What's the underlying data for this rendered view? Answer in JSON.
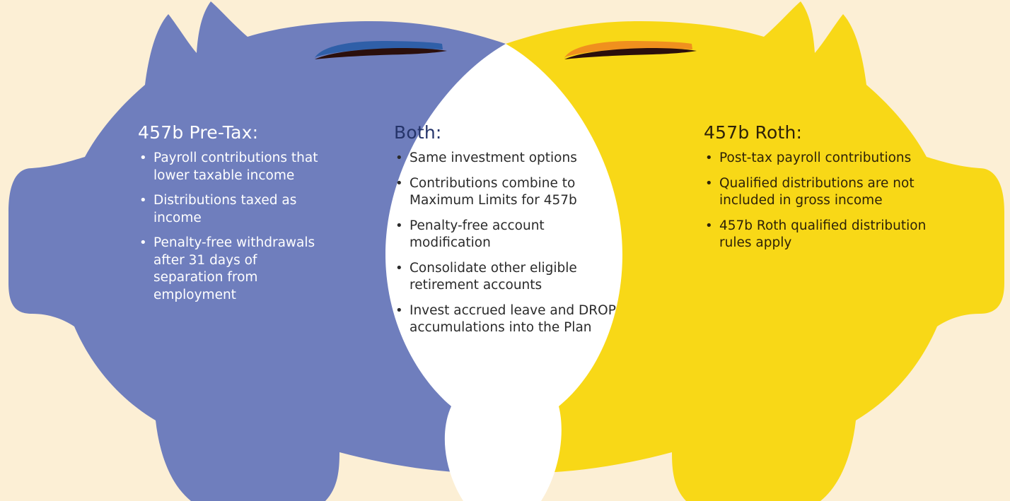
{
  "colors": {
    "background": "#fcefd5",
    "pretax_fill": "#6f7ebd",
    "roth_fill": "#f8d817",
    "both_fill": "#ffffff",
    "both_title": "#25346a",
    "roth_text": "#2e2208",
    "slot_dark": "#2b0f0c",
    "slot_blue": "#2f5fa8",
    "slot_orange": "#f0901e"
  },
  "pretax": {
    "title": "457b Pre-Tax:",
    "items": [
      "Payroll contributions that lower taxable income",
      "Distributions taxed as income",
      "Penalty-free withdrawals after 31 days of separation from employment"
    ]
  },
  "both": {
    "title": "Both:",
    "items": [
      "Same investment options",
      "Contributions combine to Maximum Limits for 457b",
      "Penalty-free account modification",
      "Consolidate other eligible retirement accounts",
      "Invest accrued leave and DROP accumulations into the Plan"
    ]
  },
  "roth": {
    "title": "457b Roth:",
    "items": [
      "Post-tax payroll contributions",
      "Qualified distributions are not included in gross income",
      "457b Roth qualified distribution rules apply"
    ]
  },
  "bullet": "•"
}
